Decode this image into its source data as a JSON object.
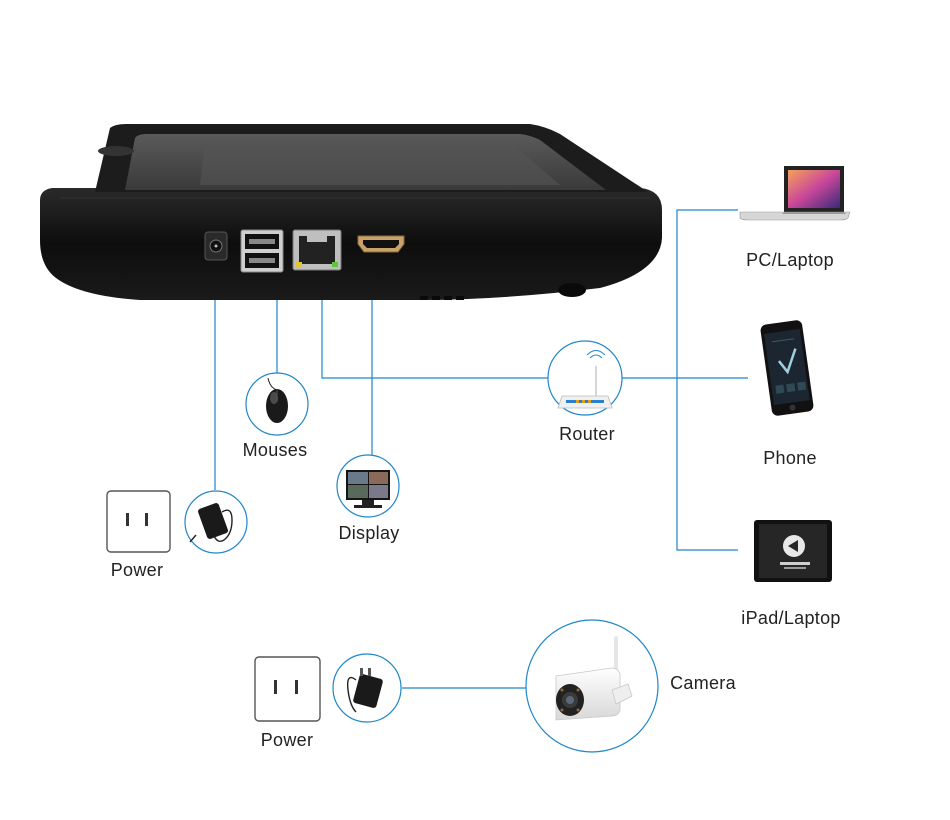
{
  "colors": {
    "line": "#1f86c9",
    "device_body": "#111111",
    "screen": "#4a4a4a",
    "text": "#222222"
  },
  "labels": {
    "pc_laptop": "PC/Laptop",
    "router": "Router",
    "phone": "Phone",
    "ipad_laptop": "iPad/Laptop",
    "mouses": "Mouses",
    "display": "Display",
    "power_left": "Power",
    "power_bottom": "Power",
    "camera": "Camera"
  },
  "icons": {
    "nvr": "nvr-device-icon",
    "pc": "laptop-icon",
    "phone": "smartphone-icon",
    "tablet": "tablet-icon",
    "router": "wifi-router-icon",
    "mouse": "mouse-icon",
    "monitor": "monitor-icon",
    "adapter": "power-adapter-icon",
    "outlet": "wall-outlet-icon",
    "camera": "bullet-camera-icon"
  }
}
